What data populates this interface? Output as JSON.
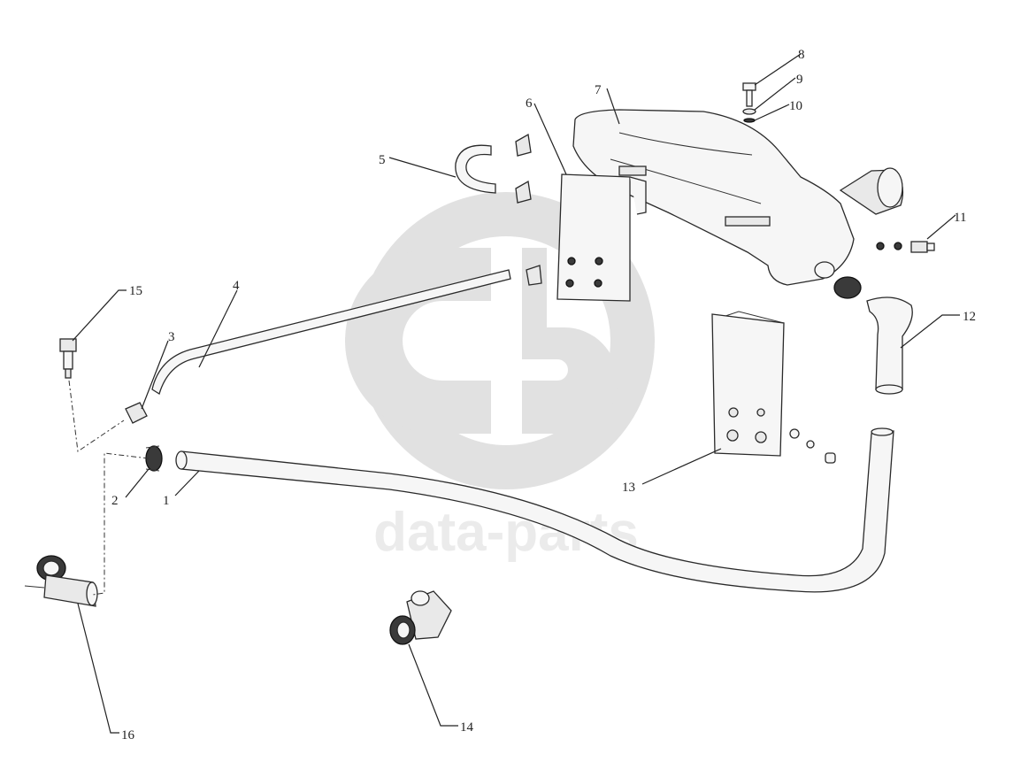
{
  "diagram": {
    "callouts": [
      {
        "id": "1",
        "text": "1"
      },
      {
        "id": "2",
        "text": "2"
      },
      {
        "id": "3",
        "text": "3"
      },
      {
        "id": "4",
        "text": "4"
      },
      {
        "id": "5",
        "text": "5"
      },
      {
        "id": "6",
        "text": "6"
      },
      {
        "id": "7",
        "text": "7"
      },
      {
        "id": "8",
        "text": "8"
      },
      {
        "id": "9",
        "text": "9"
      },
      {
        "id": "10",
        "text": "10"
      },
      {
        "id": "11",
        "text": "11"
      },
      {
        "id": "12",
        "text": "12"
      },
      {
        "id": "13",
        "text": "13"
      },
      {
        "id": "14",
        "text": "14"
      },
      {
        "id": "15",
        "text": "15"
      },
      {
        "id": "16",
        "text": "16"
      }
    ]
  },
  "watermark": {
    "text": "data-parts",
    "color": "#cfcfcf"
  }
}
